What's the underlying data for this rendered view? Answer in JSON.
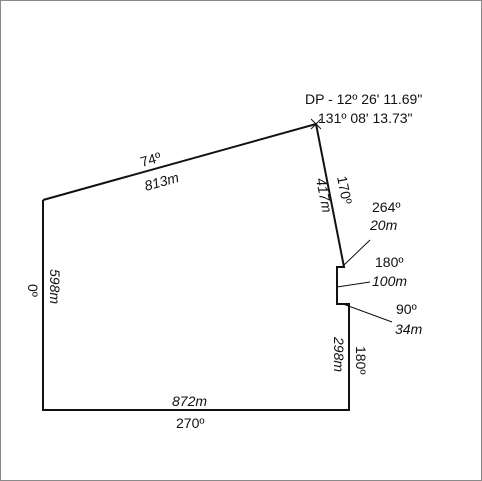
{
  "datum_point": {
    "line1": "DP - 12º 26' 11.69\"",
    "line2": "131º 08' 13.73\""
  },
  "segments": [
    {
      "bearing": "74º",
      "length": "813m"
    },
    {
      "bearing": "170º",
      "length": "417m"
    },
    {
      "bearing": "264º",
      "length": "20m"
    },
    {
      "bearing": "180º",
      "length": "100m"
    },
    {
      "bearing": "90º",
      "length": "34m"
    },
    {
      "bearing": "180º",
      "length": "298m"
    },
    {
      "bearing": "270º",
      "length": "872m"
    },
    {
      "bearing": "0º",
      "length": "598m"
    }
  ],
  "colors": {
    "line": "#111111",
    "frame": "#8a8a8a"
  }
}
